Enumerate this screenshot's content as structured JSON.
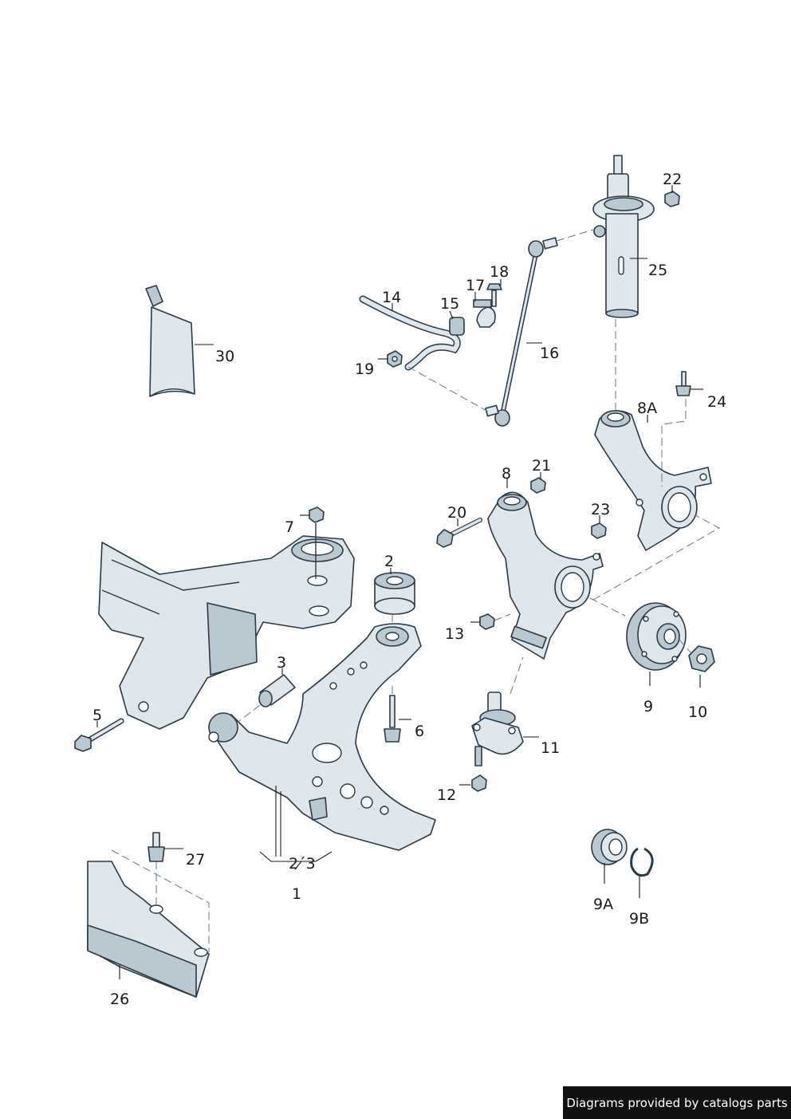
{
  "callouts": {
    "c1": "1",
    "c2": "2",
    "c2_3": "2´3",
    "c3": "3",
    "c5": "5",
    "c6": "6",
    "c7": "7",
    "c8": "8",
    "c8A": "8A",
    "c9": "9",
    "c9A": "9A",
    "c9B": "9B",
    "c10": "10",
    "c11": "11",
    "c12": "12",
    "c13": "13",
    "c14": "14",
    "c15": "15",
    "c16": "16",
    "c17": "17",
    "c18": "18",
    "c19": "19",
    "c20": "20",
    "c21": "21",
    "c22": "22",
    "c23": "23",
    "c24": "24",
    "c25": "25",
    "c26": "26",
    "c27": "27",
    "c30": "30"
  },
  "footer": {
    "text": "Diagrams provided by catalogs parts"
  },
  "colors": {
    "part_fill": "#dfe7ec",
    "part_shade": "#b9c8d1",
    "outline": "#2a3a45",
    "dash": "#5b7a90",
    "footer_bg": "#111111",
    "footer_text": "#ffffff"
  }
}
